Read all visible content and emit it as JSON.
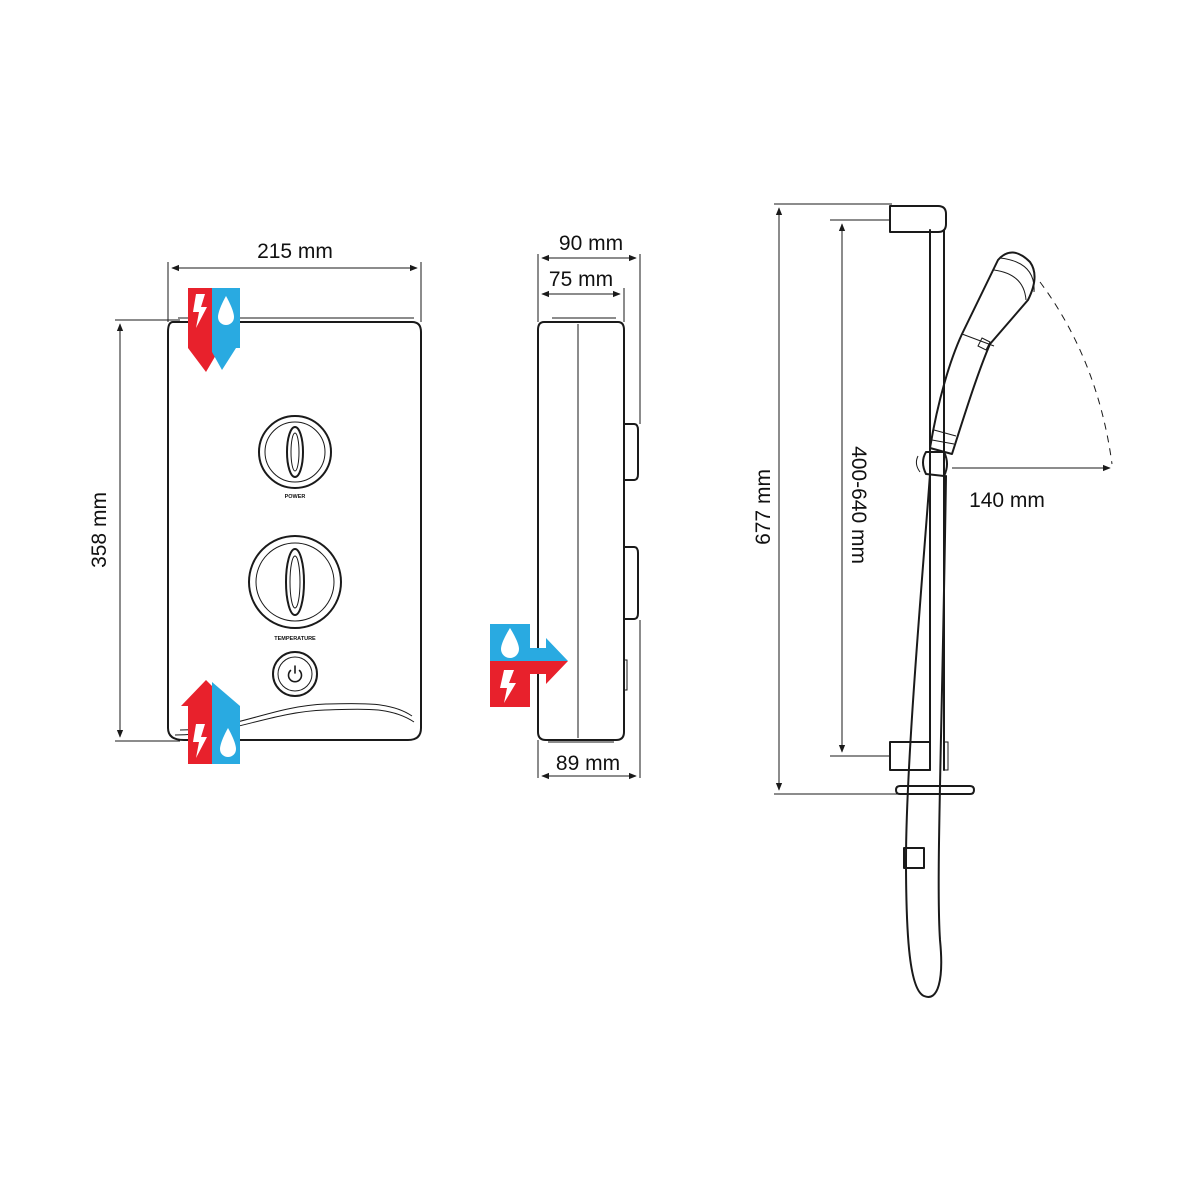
{
  "dimensions": {
    "front_width": "215 mm",
    "front_height": "358 mm",
    "side_depth_outer": "90 mm",
    "side_depth_inner": "75 mm",
    "side_depth_bottom": "89 mm",
    "rail_total_height": "677 mm",
    "rail_adjust_range": "400-640 mm",
    "head_reach": "140 mm"
  },
  "controls": {
    "power_label": "POWER",
    "temperature_label": "TEMPERATURE"
  },
  "colors": {
    "electric": "#e8212c",
    "water": "#29aae1",
    "line": "#1a1a1a"
  },
  "icons": {
    "electric": "lightning-bolt",
    "water": "water-drop",
    "power": "power-symbol"
  }
}
